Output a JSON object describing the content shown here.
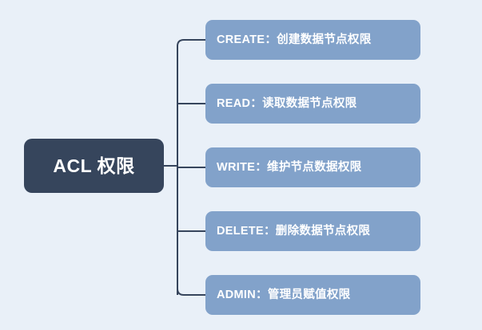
{
  "diagram": {
    "type": "mindmap",
    "title": "ACL 权限",
    "background_color": "#e9f0f8",
    "root": {
      "label": "ACL 权限",
      "background_color": "#36455c",
      "text_color": "#ffffff"
    },
    "connector": {
      "color": "#36455c",
      "width": 2
    },
    "children": [
      {
        "label": "CREATE：创建数据节点权限",
        "key": "CREATE",
        "description": "创建数据节点权限",
        "background_color": "#82a2ca",
        "text_color": "#ffffff"
      },
      {
        "label": "READ：读取数据节点权限",
        "key": "READ",
        "description": "读取数据节点权限",
        "background_color": "#82a2ca",
        "text_color": "#ffffff"
      },
      {
        "label": "WRITE：维护节点数据权限",
        "key": "WRITE",
        "description": "维护节点数据权限",
        "background_color": "#82a2ca",
        "text_color": "#ffffff"
      },
      {
        "label": "DELETE：删除数据节点权限",
        "key": "DELETE",
        "description": "删除数据节点权限",
        "background_color": "#82a2ca",
        "text_color": "#ffffff"
      },
      {
        "label": "ADMIN：管理员赋值权限",
        "key": "ADMIN",
        "description": "管理员赋值权限",
        "background_color": "#82a2ca",
        "text_color": "#ffffff"
      }
    ]
  }
}
